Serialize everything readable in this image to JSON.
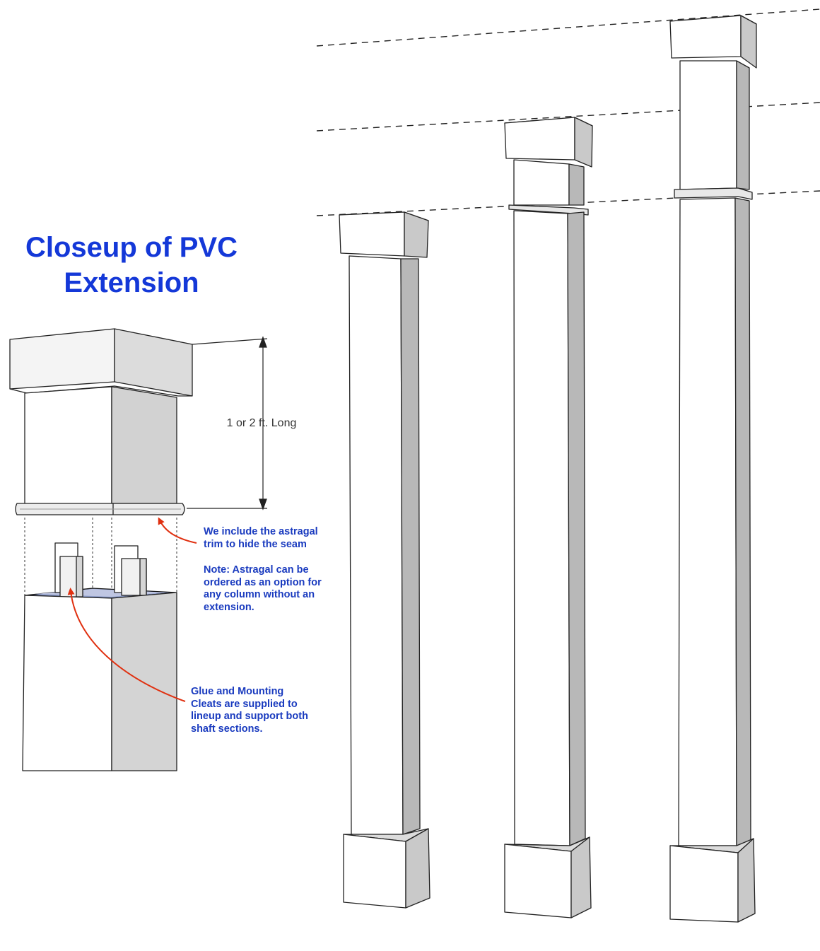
{
  "title": {
    "line1": "Closeup of PVC",
    "line2": "Extension"
  },
  "dimension_label": "1 or 2 ft. Long",
  "notes": {
    "astragal": [
      "We include the astragal",
      "trim to hide the seam"
    ],
    "option": [
      "Note: Astragal can be",
      "ordered as an option for",
      "any column without an",
      "extension."
    ],
    "cleats": [
      "Glue and Mounting",
      "Cleats are supplied to",
      "lineup and support both",
      "shaft sections."
    ]
  },
  "colors": {
    "title": "#1438d8",
    "note_text": "#1a3bbf",
    "arrow": "#e03010",
    "outline": "#222222",
    "face_light": "#ffffff",
    "face_shade": "#c8c8c8",
    "face_top": "#e6e6e6"
  }
}
